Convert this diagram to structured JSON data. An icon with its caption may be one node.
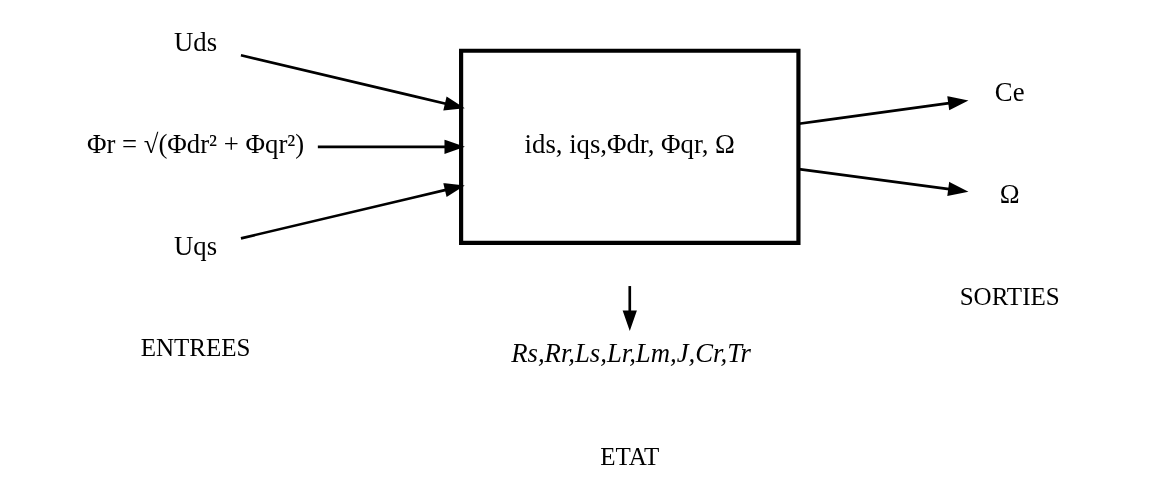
{
  "diagram": {
    "nodes": [
      {
        "text": [
          "Uds"
        ]
      },
      {
        "text": [
          "Φr = √(Φdr² + Φqr²)"
        ]
      },
      {
        "text": [
          "Uqs"
        ]
      },
      {
        "text": [
          "ids, iqs,Φdr, Φqr, Ω"
        ]
      },
      {
        "text": [
          "Ce"
        ]
      },
      {
        "text": [
          "Ω"
        ]
      },
      {
        "text": [
          "Rs,Rr,Ls,Lr,Lm,J,Cr,Tr"
        ]
      }
    ],
    "edges": [
      {
        "from": 0,
        "to": 3,
        "arrow": "to"
      },
      {
        "from": 1,
        "to": 3,
        "arrow": "to"
      },
      {
        "from": 2,
        "to": 3,
        "arrow": "to"
      },
      {
        "from": 3,
        "to": 4,
        "arrow": "to"
      },
      {
        "from": 3,
        "to": 5,
        "arrow": "to"
      },
      {
        "from": null,
        "to": 6,
        "arrow": "to"
      }
    ],
    "labels": [
      "ENTREES",
      "ETAT",
      "SORTIES"
    ]
  }
}
